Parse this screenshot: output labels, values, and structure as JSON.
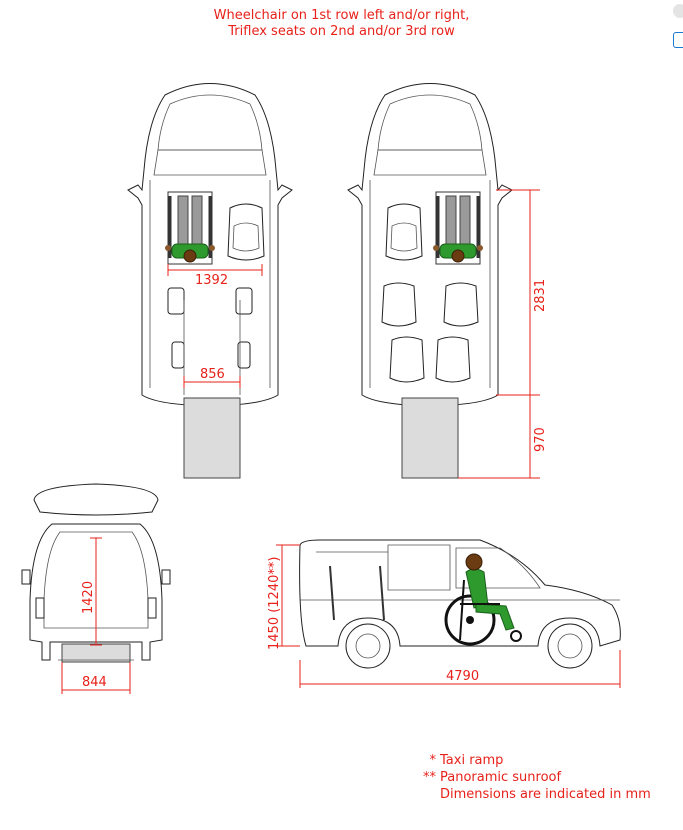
{
  "title": {
    "line1": "Wheelchair on 1st row left and/or right,",
    "line2": "Triflex seats on 2nd and/or 3rd row"
  },
  "dimensions": {
    "interior_width": "1392",
    "ramp_width_top": "856",
    "interior_length": "2831",
    "ramp_length": "970",
    "door_height": "1420",
    "ramp_width_rear": "844",
    "interior_height": "1450 (1240**)",
    "vehicle_length": "4790"
  },
  "legend": {
    "marker1": "*",
    "text1": "Taxi ramp",
    "marker2": "**",
    "text2": "Panoramic sunroof",
    "text3": "Dimensions are indicated in mm"
  },
  "colors": {
    "accent": "#e8211a",
    "occupant_shirt": "#2e9a2e"
  }
}
